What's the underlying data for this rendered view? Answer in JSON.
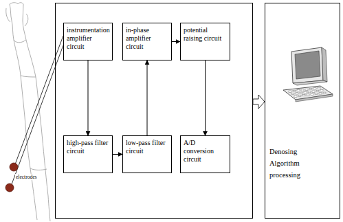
{
  "diagram": {
    "nodes": [
      {
        "text": [
          "instrumentation amplifier circuit"
        ]
      },
      {
        "text": [
          "in-phase amplifier circuit"
        ]
      },
      {
        "text": [
          "potential raising circuit"
        ]
      },
      {
        "text": [
          "high-pass filter circuit"
        ]
      },
      {
        "text": [
          "low-pass filter circuit"
        ]
      },
      {
        "text": [
          "A/D conversion circuit"
        ]
      },
      {
        "text": [
          "Denosing Algorithm processing"
        ]
      }
    ],
    "edges": [
      {
        "from": 0,
        "to": 3,
        "arrow": "to"
      },
      {
        "from": 3,
        "to": 4,
        "arrow": "to"
      },
      {
        "from": 4,
        "to": 1,
        "arrow": "to"
      },
      {
        "from": 1,
        "to": 2,
        "arrow": "to"
      },
      {
        "from": 2,
        "to": 5,
        "arrow": "to"
      }
    ],
    "labels": [
      "electrodes"
    ]
  }
}
